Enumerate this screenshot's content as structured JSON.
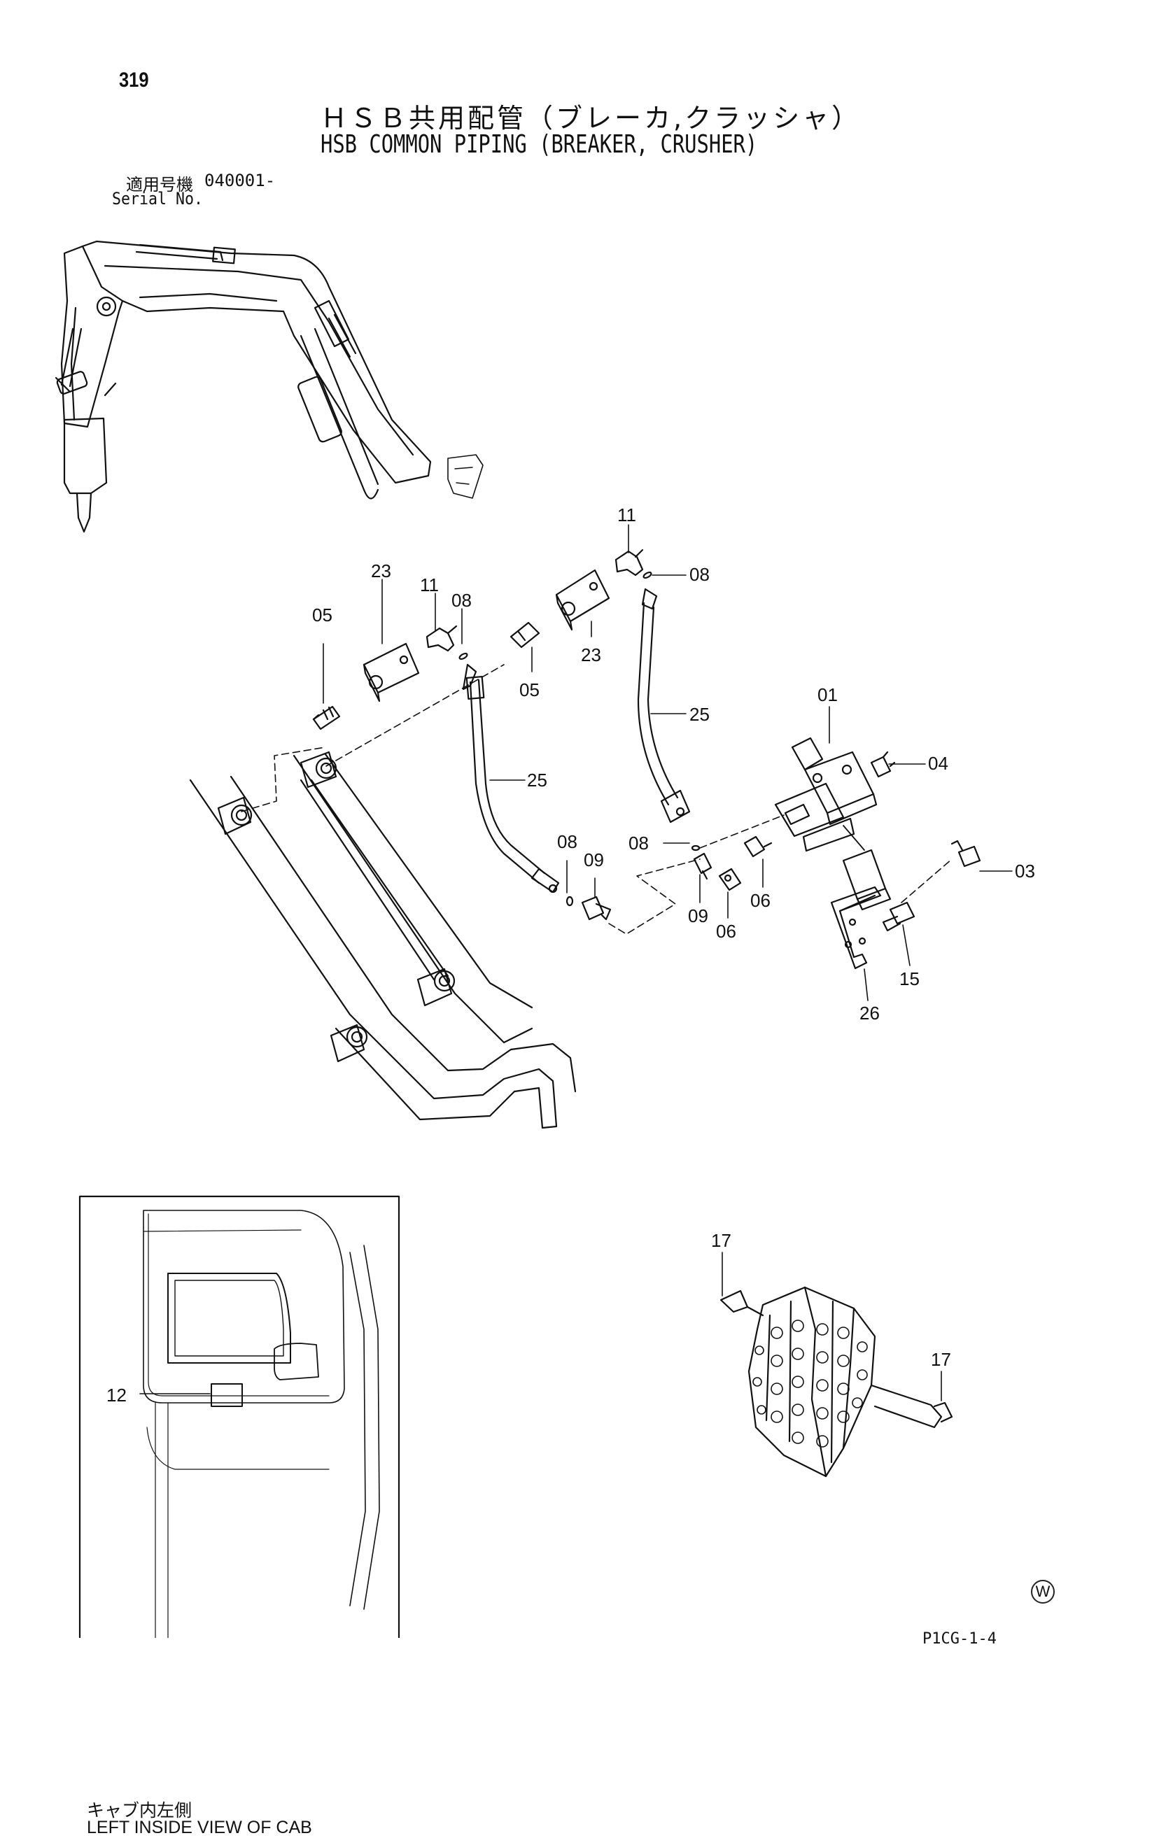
{
  "header": {
    "page_number": "319",
    "title_jp": "ＨＳＢ共用配管（ブレーカ,クラッシャ）",
    "title_en": "HSB COMMON PIPING (BREAKER, CRUSHER)"
  },
  "serial": {
    "label_jp": "適用号機",
    "value": "040001-",
    "label_en": "Serial No."
  },
  "parts": [
    {
      "id": "p11a",
      "label": "11"
    },
    {
      "id": "p08a",
      "label": "08"
    },
    {
      "id": "p23a",
      "label": "23"
    },
    {
      "id": "p11b",
      "label": "11"
    },
    {
      "id": "p08b",
      "label": "08"
    },
    {
      "id": "p05a",
      "label": "05"
    },
    {
      "id": "p23b",
      "label": "23"
    },
    {
      "id": "p05b",
      "label": "05"
    },
    {
      "id": "p25a",
      "label": "25"
    },
    {
      "id": "p01",
      "label": "01"
    },
    {
      "id": "p04",
      "label": "04"
    },
    {
      "id": "p25b",
      "label": "25"
    },
    {
      "id": "p08c",
      "label": "08"
    },
    {
      "id": "p08d",
      "label": "08"
    },
    {
      "id": "p09a",
      "label": "09"
    },
    {
      "id": "p03",
      "label": "03"
    },
    {
      "id": "p09b",
      "label": "09"
    },
    {
      "id": "p06a",
      "label": "06"
    },
    {
      "id": "p06b",
      "label": "06"
    },
    {
      "id": "p15",
      "label": "15"
    },
    {
      "id": "p26",
      "label": "26"
    },
    {
      "id": "p17a",
      "label": "17"
    },
    {
      "id": "p17b",
      "label": "17"
    },
    {
      "id": "p12",
      "label": "12"
    }
  ],
  "inset": {
    "caption_jp": "キャブ内左側",
    "caption_en": "LEFT INSIDE VIEW OF CAB"
  },
  "footer": {
    "watermark": "W",
    "figure_code": "P1CG-1-4"
  }
}
